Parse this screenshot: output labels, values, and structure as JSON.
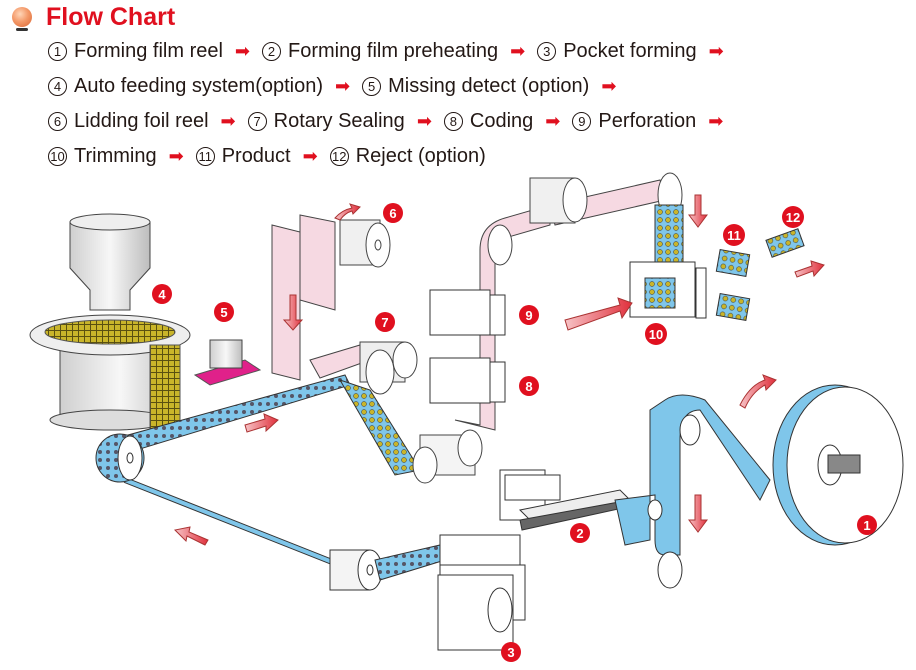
{
  "header": {
    "title": "Flow Chart",
    "icon": "bulb-icon"
  },
  "steps": [
    {
      "num": "1",
      "label": "Forming film reel"
    },
    {
      "num": "2",
      "label": "Forming film preheating"
    },
    {
      "num": "3",
      "label": "Pocket forming"
    },
    {
      "num": "4",
      "label": "Auto feeding system(option)"
    },
    {
      "num": "5",
      "label": "Missing detect (option)"
    },
    {
      "num": "6",
      "label": "Lidding foil reel"
    },
    {
      "num": "7",
      "label": "Rotary Sealing"
    },
    {
      "num": "8",
      "label": "Coding"
    },
    {
      "num": "9",
      "label": "Perforation"
    },
    {
      "num": "10",
      "label": "Trimming"
    },
    {
      "num": "11",
      "label": "Product"
    },
    {
      "num": "12",
      "label": "Reject (option)"
    }
  ],
  "arrow_glyph": "➡",
  "diagram": {
    "badges": [
      "1",
      "2",
      "3",
      "4",
      "5",
      "6",
      "7",
      "8",
      "9",
      "10",
      "11",
      "12"
    ],
    "colors": {
      "accent": "#e0101f",
      "forming_film": "#7fc6ea",
      "lidding_foil": "#f6d9e2",
      "tablet": "#c9b52a",
      "detector": "#e0218a",
      "flow_arrow": "#e8606a"
    }
  }
}
